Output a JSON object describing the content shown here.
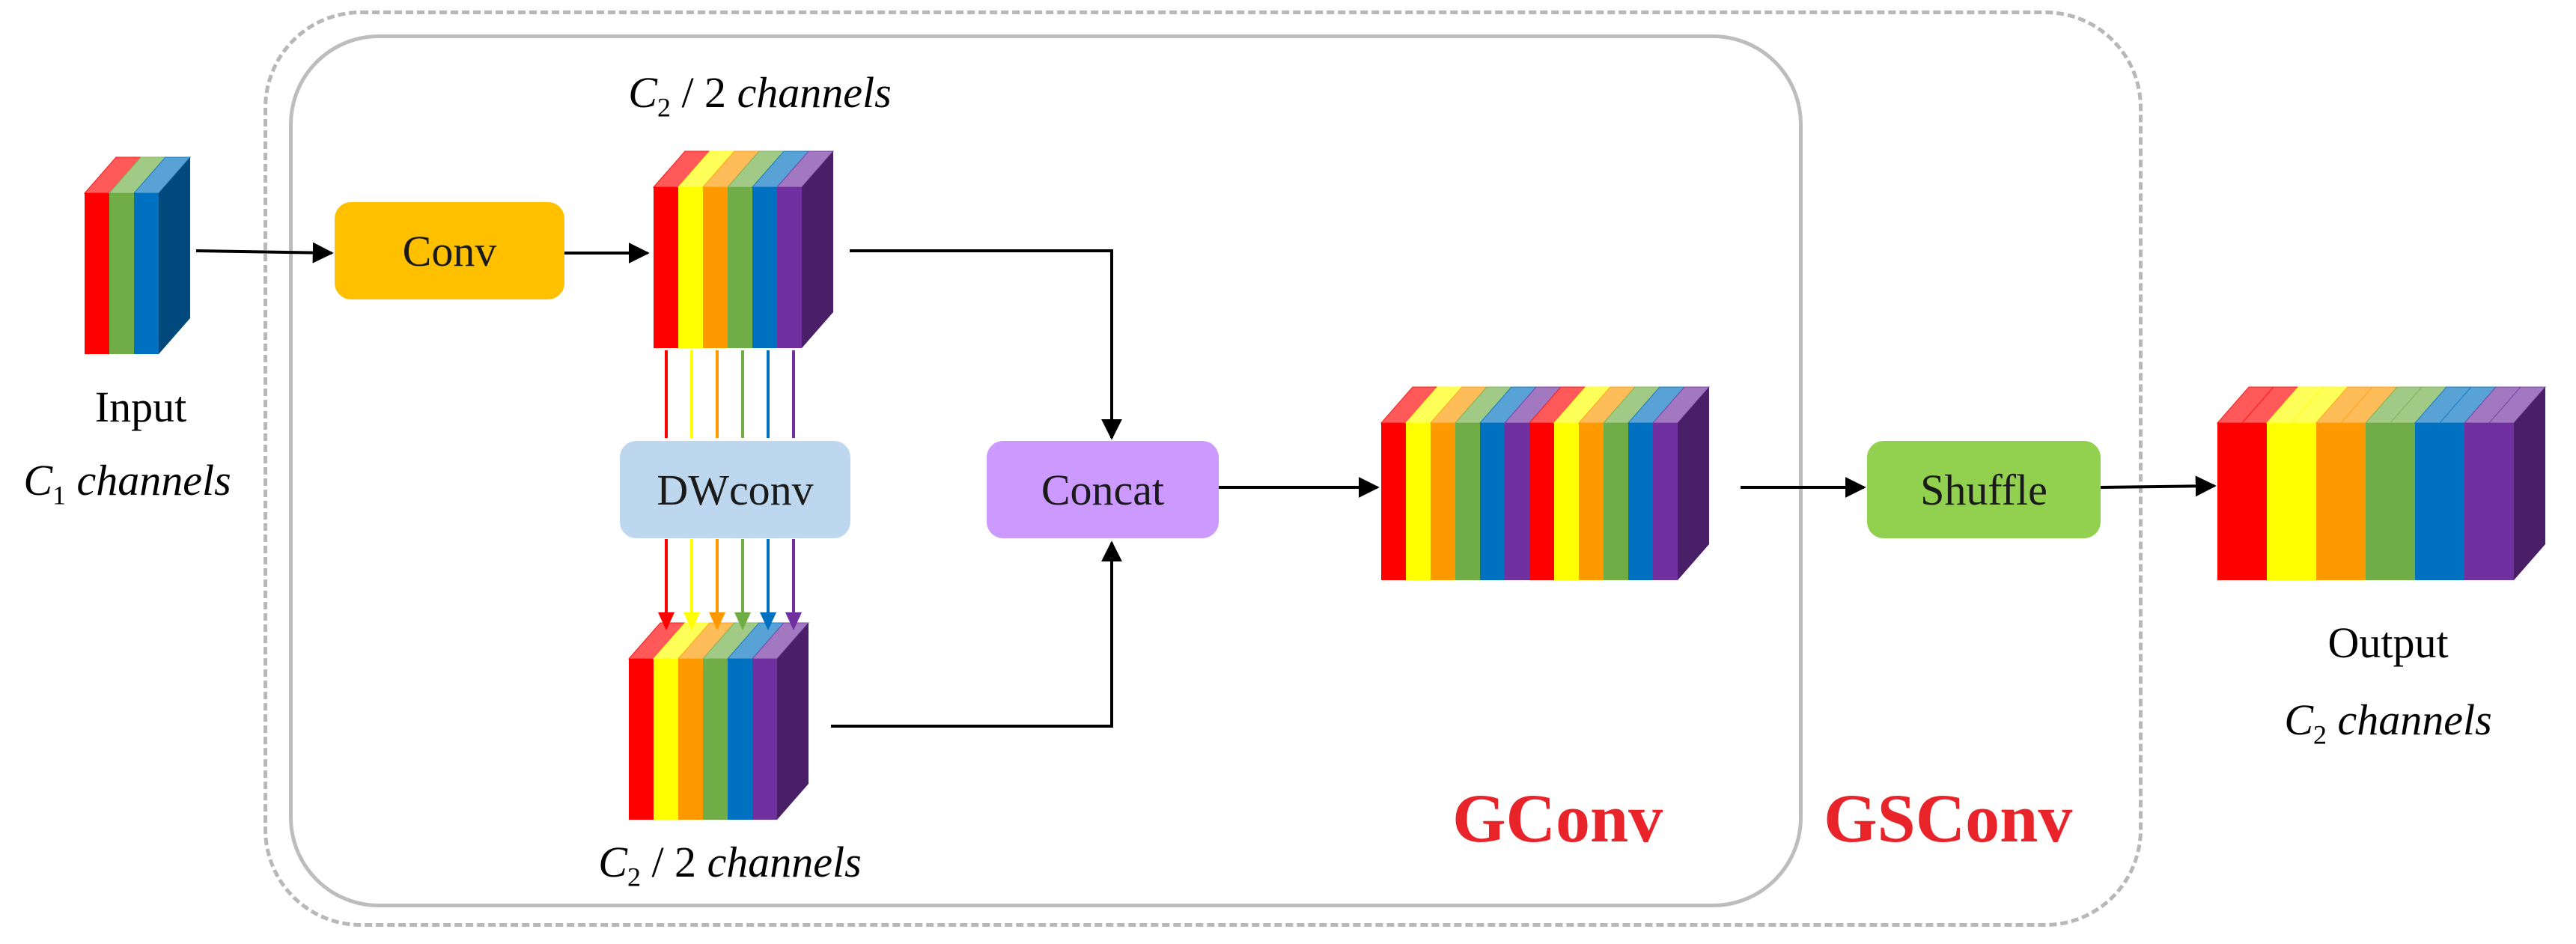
{
  "diagram": {
    "input": {
      "label": "Input",
      "channels_symbol": "C",
      "channels_sub": "1",
      "channels_text": "channels"
    },
    "top_feature": {
      "symbol": "C",
      "sub": "2",
      "rest": "/ 2",
      "text": "channels"
    },
    "bottom_feature": {
      "symbol": "C",
      "sub": "2",
      "rest": "/ 2",
      "text": "channels"
    },
    "output": {
      "label": "Output",
      "channels_symbol": "C",
      "channels_sub": "2",
      "channels_text": "channels"
    },
    "ops": {
      "conv": "Conv",
      "dwconv": "DWconv",
      "concat": "Concat",
      "shuffle": "Shuffle"
    },
    "regions": {
      "gconv": "GConv",
      "gsconv": "GSConv"
    },
    "colors": {
      "conv": "#ffc000",
      "dwconv": "#bdd7ee",
      "concat": "#cc99ff",
      "shuffle": "#92d050",
      "region_title": "#e8232a",
      "channel_palette": [
        "#ff0000",
        "#ffff00",
        "#ff9900",
        "#70ad47",
        "#0070c0",
        "#7030a0"
      ]
    }
  }
}
